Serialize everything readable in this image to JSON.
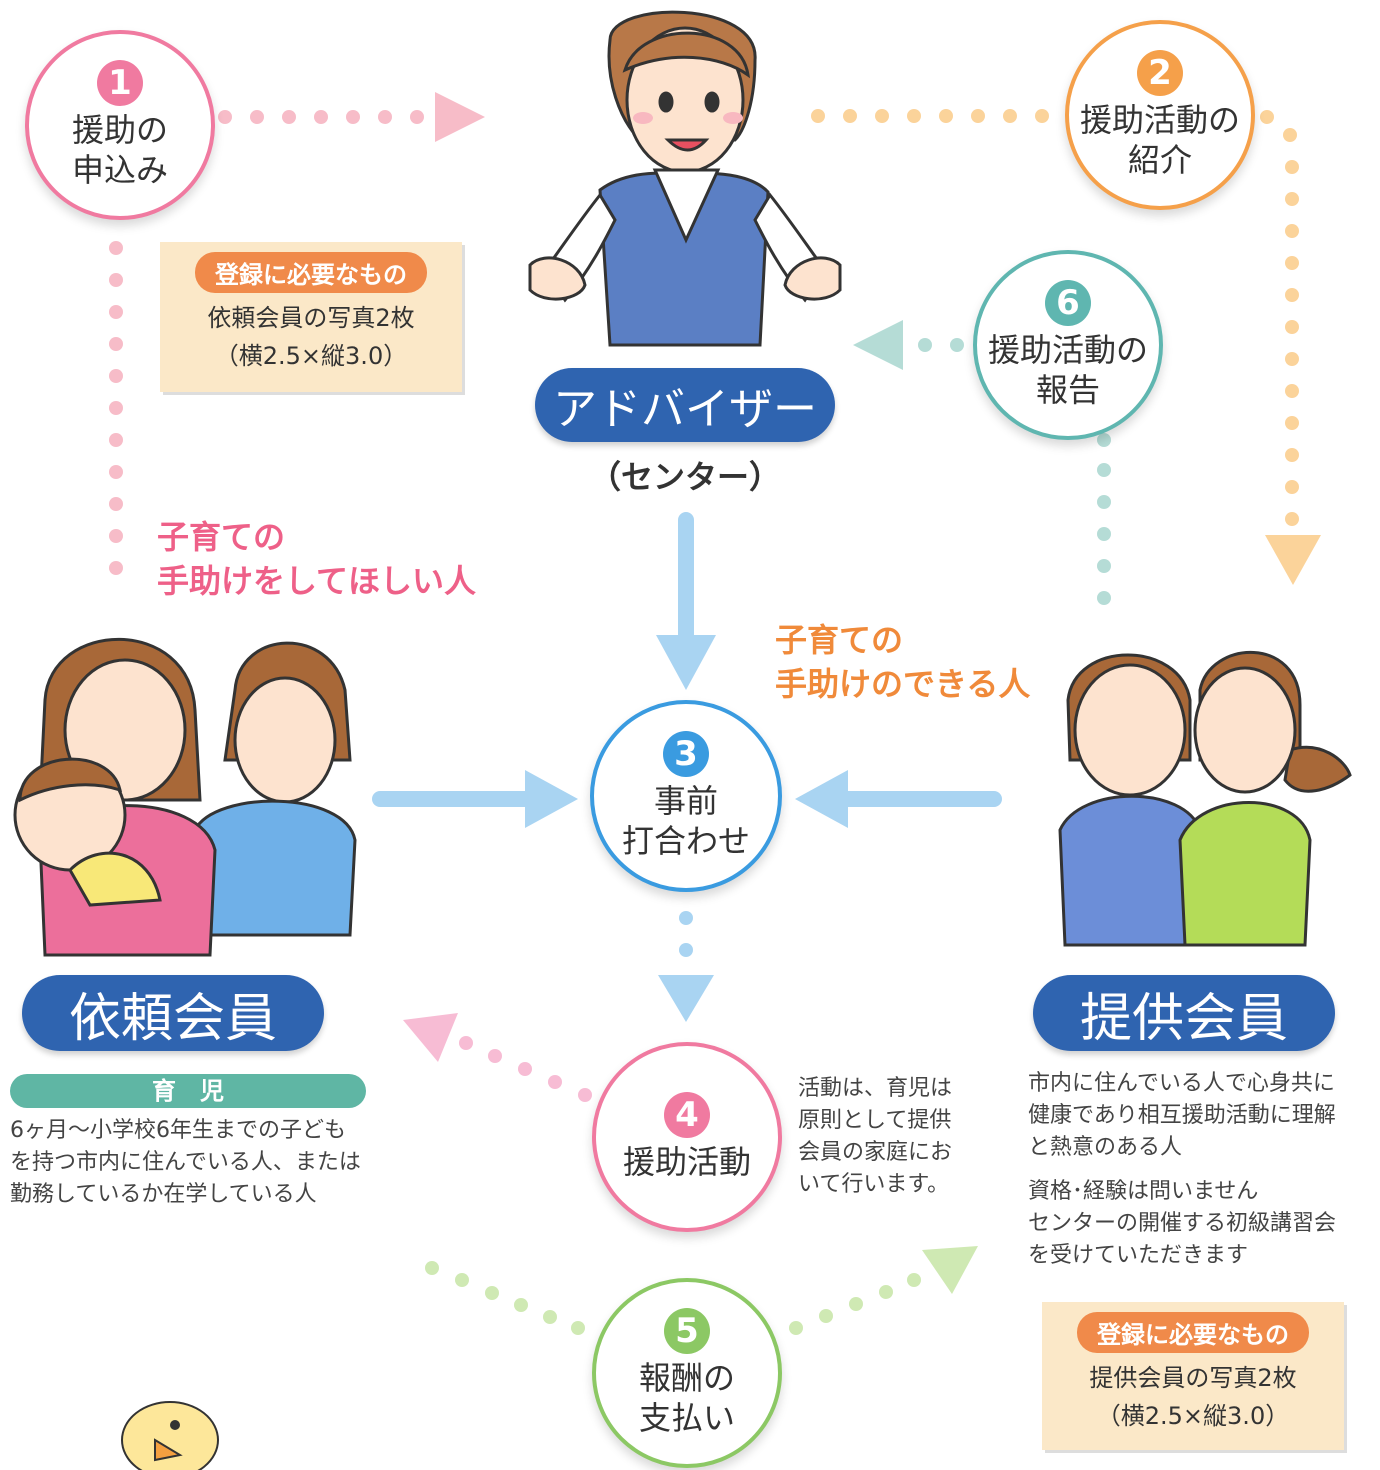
{
  "steps": {
    "s1": {
      "num": "1",
      "line1": "援助の",
      "line2": "申込み"
    },
    "s2": {
      "num": "2",
      "line1": "援助活動の",
      "line2": "紹介"
    },
    "s3": {
      "num": "3",
      "line1": "事前",
      "line2": "打合わせ"
    },
    "s4": {
      "num": "4",
      "line1": "援助活動"
    },
    "s5": {
      "num": "5",
      "line1": "報酬の",
      "line2": "支払い"
    },
    "s6": {
      "num": "6",
      "line1": "援助活動の",
      "line2": "報告"
    }
  },
  "adviser": {
    "title": "アドバイザー",
    "subtitle": "（センター）"
  },
  "client": {
    "title": "依頼会員",
    "heading_line1": "子育ての",
    "heading_line2": "手助けをしてほしい人",
    "category": "育　児",
    "desc_line1": "6ヶ月～小学校6年生までの子ども",
    "desc_line2": "を持つ市内に住んでいる人、または",
    "desc_line3": "勤務しているか在学している人",
    "requirement": {
      "tag": "登録に必要なもの",
      "line1": "依頼会員の写真2枚",
      "line2": "（横2.5×縦3.0）"
    }
  },
  "provider": {
    "title": "提供会員",
    "heading_line1": "子育ての",
    "heading_line2": "手助けのできる人",
    "desc_line1": "市内に住んでいる人で心身共に",
    "desc_line2": "健康であり相互援助活動に理解",
    "desc_line3": "と熱意のある人",
    "desc2_line1": "資格･経験は問いません",
    "desc2_line2": "センターの開催する初級講習会",
    "desc2_line3": "を受けていただきます",
    "requirement": {
      "tag": "登録に必要なもの",
      "line1": "提供会員の写真2枚",
      "line2": "（横2.5×縦3.0）"
    }
  },
  "activity_note": {
    "line1": "活動は、育児は",
    "line2": "原則として提供",
    "line3": "会員の家庭にお",
    "line4": "いて行います。"
  },
  "colors": {
    "pink": "#f07aa0",
    "orange": "#f5a04a",
    "blue": "#3a9be0",
    "teal": "#5fb6b0",
    "green": "#8cc864",
    "navy": "#2f64b0",
    "light_blue": "#a9d4f2",
    "title_pink": "#ee6088",
    "title_orange": "#f08a3a"
  }
}
